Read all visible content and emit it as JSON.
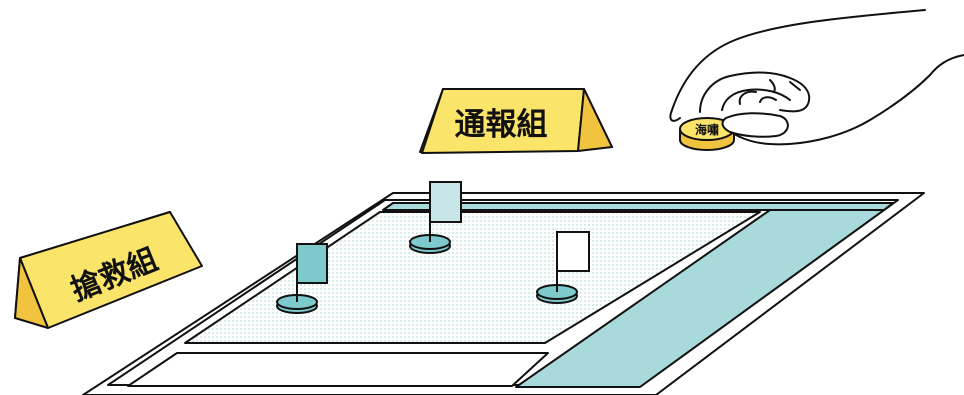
{
  "labels": {
    "notify_team": "通報組",
    "rescue_team": "搶救組",
    "coin": "海嘯"
  },
  "colors": {
    "teal": "#7ec9cc",
    "teal_light": "#a9dadb",
    "teal_pale": "#c8e6e8",
    "yellow": "#fbe46a",
    "gold": "#f2c33f",
    "stroke": "#111111",
    "board_dots": "#e9f3f3"
  },
  "icons": {
    "hand": "hand-icon",
    "flag": "flag-icon",
    "coin": "coin-icon"
  }
}
